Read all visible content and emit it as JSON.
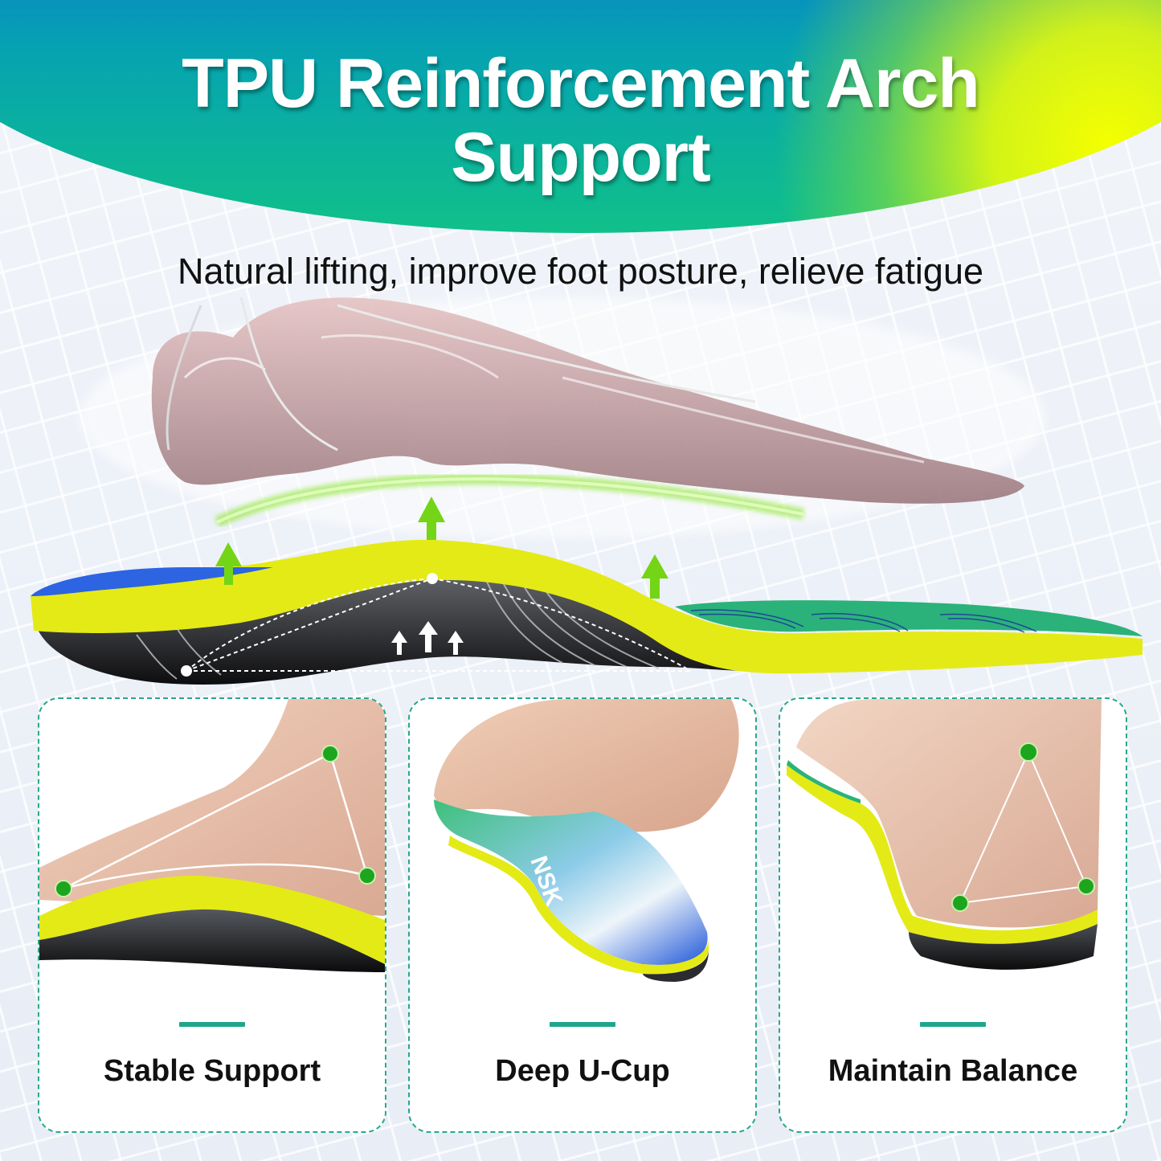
{
  "header": {
    "title_line1": "TPU Reinforcement Arch",
    "title_line2": "Support",
    "subtitle": "Natural lifting, improve foot posture, relieve fatigue"
  },
  "colors": {
    "banner_blue": "#0659e8",
    "banner_teal": "#06a4b0",
    "banner_green": "#10c089",
    "banner_yellow": "#f5ff00",
    "insole_yellow": "#e6ec1a",
    "insole_blue": "#2a6fe0",
    "insole_green": "#2ab27a",
    "arrow_green": "#74d416",
    "point_green": "#1ea51e",
    "accent_teal": "#1fa68a"
  },
  "illustration": {
    "foot_skeleton": "foot-bones-illustration",
    "insole": "arch-support-insole",
    "lift_arrows": 3,
    "pressure_arrows": 3
  },
  "features": [
    {
      "label": "Stable Support",
      "icon": "triangle-support-points"
    },
    {
      "label": "Deep U-Cup",
      "icon": "heel-cup",
      "brand_mark": "NSK"
    },
    {
      "label": "Maintain Balance",
      "icon": "triangle-balance-points"
    }
  ]
}
